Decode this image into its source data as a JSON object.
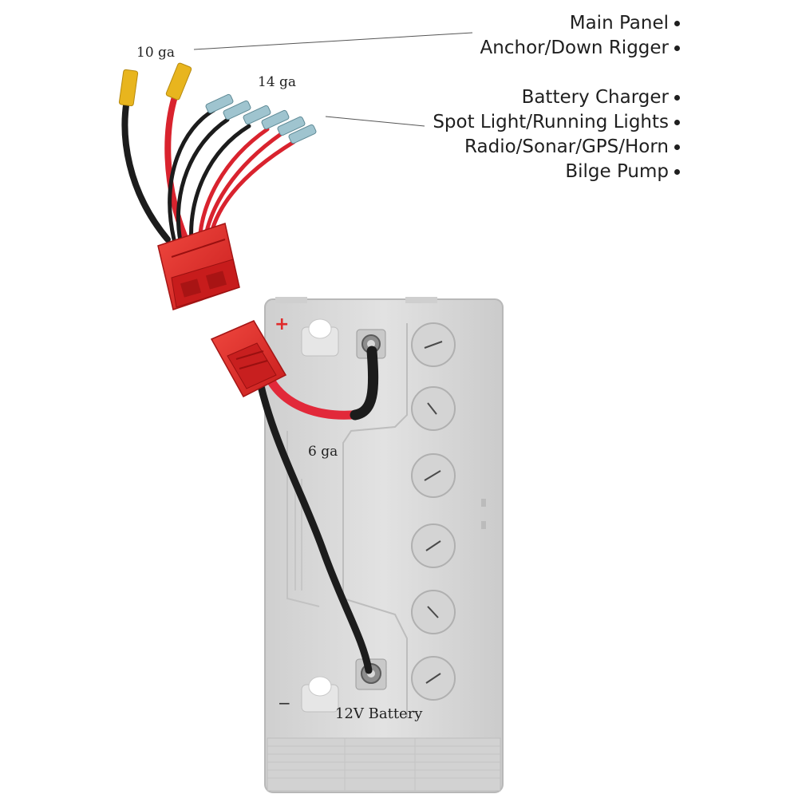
{
  "gauges": {
    "ten": "10 ga",
    "fourteen": "14 ga",
    "six": "6 ga"
  },
  "circuits": [
    {
      "label": "Main Panel"
    },
    {
      "label": "Anchor/Down Rigger"
    },
    {
      "label": "Battery Charger"
    },
    {
      "label": "Spot Light/Running Lights"
    },
    {
      "label": "Radio/Sonar/GPS/Horn"
    },
    {
      "label": "Bilge Pump"
    }
  ],
  "battery": {
    "label": "12V Battery",
    "positive_symbol": "+",
    "negative_symbol": "−"
  },
  "colors": {
    "connector_red": "#e02a2a",
    "wire_red": "#d9232e",
    "wire_black": "#1c1c1c",
    "battery_gray": "#d9d9d9",
    "terminal_yellow": "#e8b51e",
    "terminal_blue": "#9fc4cf"
  }
}
